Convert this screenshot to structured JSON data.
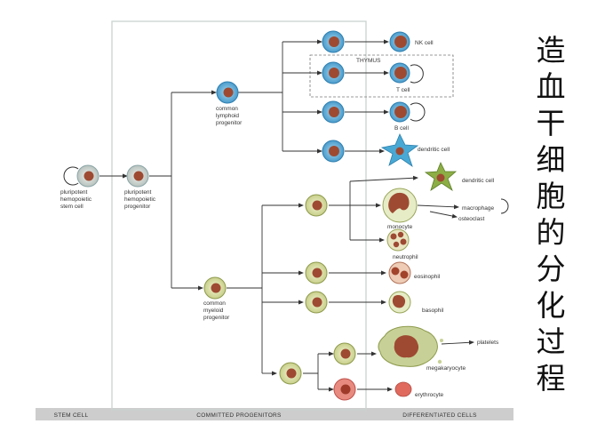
{
  "labels": {
    "nk_cell": "NK cell",
    "thymus": "THYMUS",
    "t_cell": "T cell",
    "b_cell": "B cell",
    "dendritic_cell_1": "dendritic cell",
    "dendritic_cell_2": "dendritic cell",
    "common_lymphoid": [
      "common",
      "lymphoid",
      "progenitor"
    ],
    "stem_cell": [
      "pluripotent",
      "hemopoietic",
      "stem cell"
    ],
    "pluripotent_progenitor": [
      "pluripotent",
      "hemopoietic",
      "progenitor"
    ],
    "macrophage": "macrophage",
    "osteoclast": "osteoclast",
    "monocyte": "monocyte",
    "neutrophil": "neutrophil",
    "eosinophil": "eosinophil",
    "basophil": "basophil",
    "common_myeloid": [
      "common",
      "myeloid",
      "progenitor"
    ],
    "platelets": "platelets",
    "megakaryocyte": "megakaryocyte",
    "erythrocyte": "erythrocyte"
  },
  "bands": {
    "stem": "STEM CELL",
    "committed": "COMMITTED PROGENITORS",
    "differentiated": "DIFFERENTIATED CELLS"
  },
  "title_chars": [
    "造",
    "血",
    "干",
    "细",
    "胞",
    "的",
    "分",
    "化",
    "过",
    "程"
  ],
  "colors": {
    "lymphoid_cell": "#5aaed6",
    "myeloid_cell": "#e4e8b4",
    "nucleus": "#9e4a32",
    "dendritic_blue": "#49a9d4",
    "dendritic_green": "#8cae45",
    "erythro": "#e06a5e",
    "band": "#cdcdcd"
  }
}
